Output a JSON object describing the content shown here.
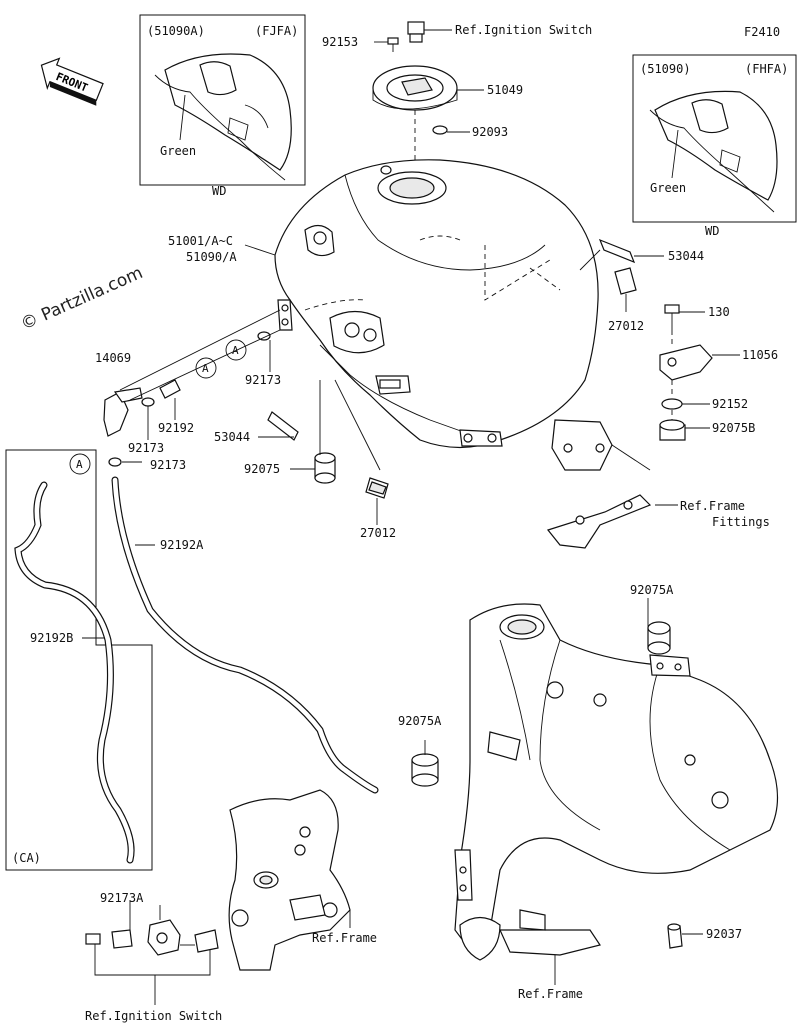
{
  "diagram_code": "F2410",
  "watermark": "© Partzilla.com",
  "front_label": "FRONT",
  "insets": {
    "left": {
      "part": "(51090A)",
      "variant": "(FJFA)",
      "color": "Green",
      "caption": "WD"
    },
    "right": {
      "part": "(51090)",
      "variant": "(FHFA)",
      "color": "Green",
      "caption": "WD"
    },
    "ca": {
      "caption": "(CA)"
    }
  },
  "callout_letter": "A",
  "labels": {
    "p92153": "92153",
    "ref_ignition_top": "Ref.Ignition Switch",
    "p51049": "51049",
    "p92093": "92093",
    "p51001": "51001/A~C",
    "p51090a": "51090/A",
    "p53044_r": "53044",
    "p27012_r": "27012",
    "p130": "130",
    "p11056": "11056",
    "p92152": "92152",
    "p92075b": "92075B",
    "p14069": "14069",
    "p92192": "92192",
    "p92173_a": "92173",
    "p92173_b": "92173",
    "p92173_c": "92173",
    "p53044_l": "53044",
    "p92075": "92075",
    "p27012_l": "27012",
    "ref_frame_fittings_1": "Ref.Frame",
    "ref_frame_fittings_2": "Fittings",
    "p92192a": "92192A",
    "p92192b": "92192B",
    "p92075a_top": "92075A",
    "p92075a_mid": "92075A",
    "p92173a": "92173A",
    "ref_frame_mid": "Ref.Frame",
    "ref_frame_bottom": "Ref.Frame",
    "p92037": "92037",
    "ref_ignition_bottom": "Ref.Ignition Switch"
  }
}
